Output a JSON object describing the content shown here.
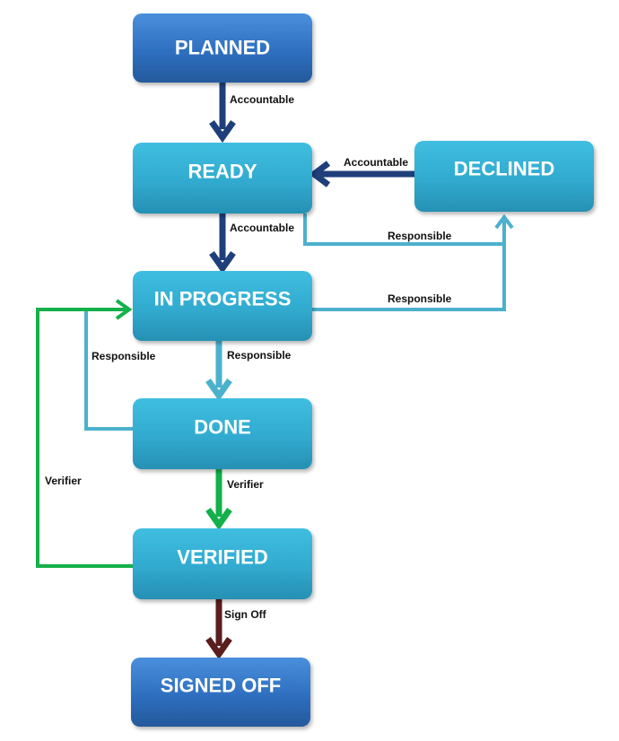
{
  "diagram": {
    "nodes": {
      "planned": "PLANNED",
      "ready": "READY",
      "declined": "DECLINED",
      "in_progress": "IN PROGRESS",
      "done": "DONE",
      "verified": "VERIFIED",
      "signed_off": "SIGNED OFF"
    },
    "edges": {
      "planned_ready": "Accountable",
      "declined_ready": "Accountable",
      "ready_in_progress": "Accountable",
      "ready_declined": "Responsible",
      "in_progress_declined": "Responsible",
      "done_in_progress": "Responsible",
      "in_progress_done": "Responsible",
      "verified_in_progress": "Verifier",
      "done_verified": "Verifier",
      "verified_signed_off": "Sign Off"
    },
    "colors": {
      "dark_blue_node": "#2e6fbf",
      "light_blue_node": "#31aacf",
      "accountable_arrow": "#1f3f7a",
      "responsible_arrow": "#4bb1cc",
      "verifier_arrow": "#14b04a",
      "signoff_arrow": "#5a1e1e"
    }
  }
}
